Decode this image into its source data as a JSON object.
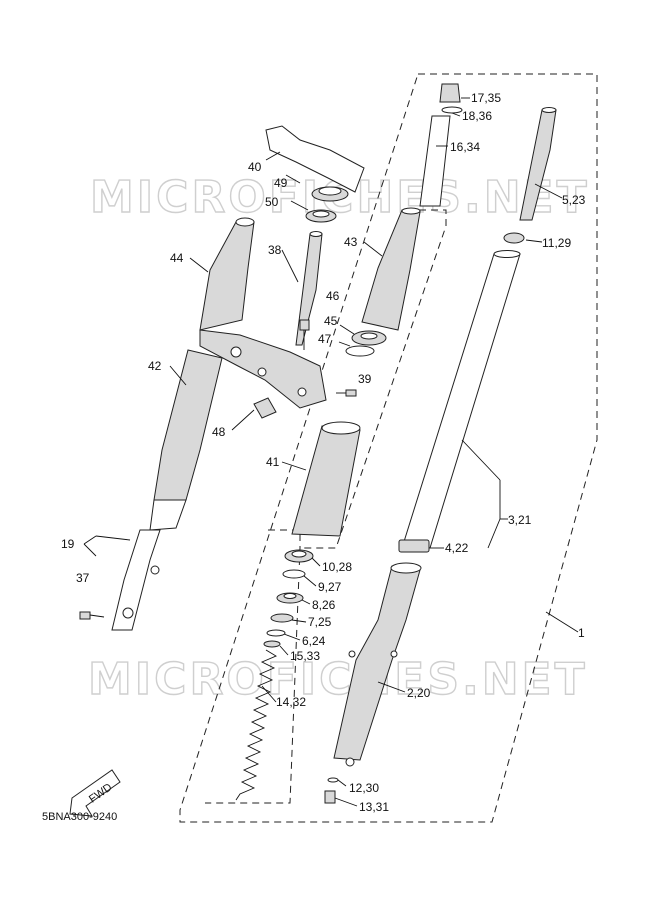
{
  "watermark": "MICROFICHES.NET",
  "diagram_code": "5BNA300-9240",
  "fwd_arrow_label": "FWD",
  "callouts": {
    "c1": "1",
    "c2": "2,20",
    "c3": "3,21",
    "c4": "4,22",
    "c5": "5,23",
    "c6": "6,24",
    "c7": "7,25",
    "c8": "8,26",
    "c9": "9,27",
    "c10": "10,28",
    "c11": "11,29",
    "c12": "12,30",
    "c13": "13,31",
    "c14": "14,32",
    "c15": "15,33",
    "c16": "16,34",
    "c17": "17,35",
    "c18": "18,36",
    "c19": "19",
    "c37": "37",
    "c38": "38",
    "c39": "39",
    "c40": "40",
    "c41": "41",
    "c42": "42",
    "c43": "43",
    "c44": "44",
    "c45": "45",
    "c46": "46",
    "c47": "47",
    "c48": "48",
    "c49": "49",
    "c50": "50"
  }
}
